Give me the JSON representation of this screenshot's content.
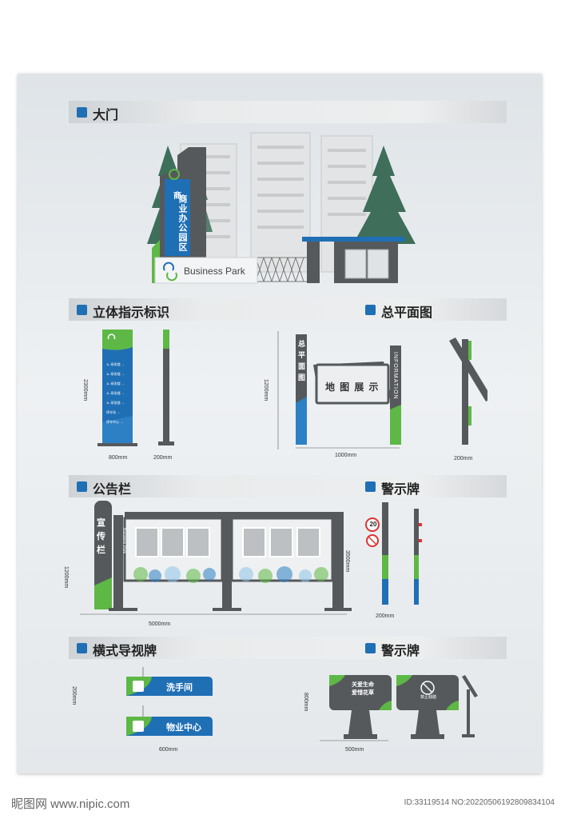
{
  "sections": {
    "gate": "大门",
    "stereo_sign": "立体指示标识",
    "site_plan": "总平面图",
    "bulletin": "公告栏",
    "warning1": "警示牌",
    "horizontal": "横式导视牌",
    "warning2": "警示牌"
  },
  "gate": {
    "vertical_text": "商业办公园区",
    "brand": "Business Park"
  },
  "stereo": {
    "height_dim": "2300mm",
    "front_width_dim": "800mm",
    "side_width_dim": "200mm",
    "rows": [
      "1L·研发楼 →",
      "1L·研发楼 →",
      "1L·研发楼 →",
      "1L·研发楼 →",
      "1L·研发楼 →",
      "停车场 →",
      "停车中心 →"
    ]
  },
  "site_plan": {
    "height_dim": "1200mm",
    "width_dim": "1000mm",
    "side_width_dim": "200mm",
    "left_text": "总平面图",
    "map_text": "地 图 展 示",
    "right_text": "INFORMATION"
  },
  "bulletin": {
    "height_dim": "1200mm",
    "total_height_dim": "3500mm",
    "width_dim": "5000mm",
    "title": "宣传栏",
    "brand": "Business Park"
  },
  "warning_pole": {
    "width_dim": "200mm",
    "speed": "20"
  },
  "horizontal": {
    "height_dim": "200mm",
    "width_dim": "600mm",
    "sign1": "洗手间",
    "sign2": "物业中心"
  },
  "warning_board": {
    "height_dim": "800mm",
    "width_dim": "500mm",
    "text1": "关爱生命 爱惜花草",
    "text1_line1": "关爱生命",
    "text1_line2": "爱惜花草",
    "text2": "禁止践踏"
  },
  "watermark": {
    "site": "昵图网 www.nipic.com",
    "id": "ID:33119514 NO:20220506192809834104"
  },
  "colors": {
    "blue": "#1f6fb5",
    "green": "#5db845",
    "gray": "#56595c"
  }
}
